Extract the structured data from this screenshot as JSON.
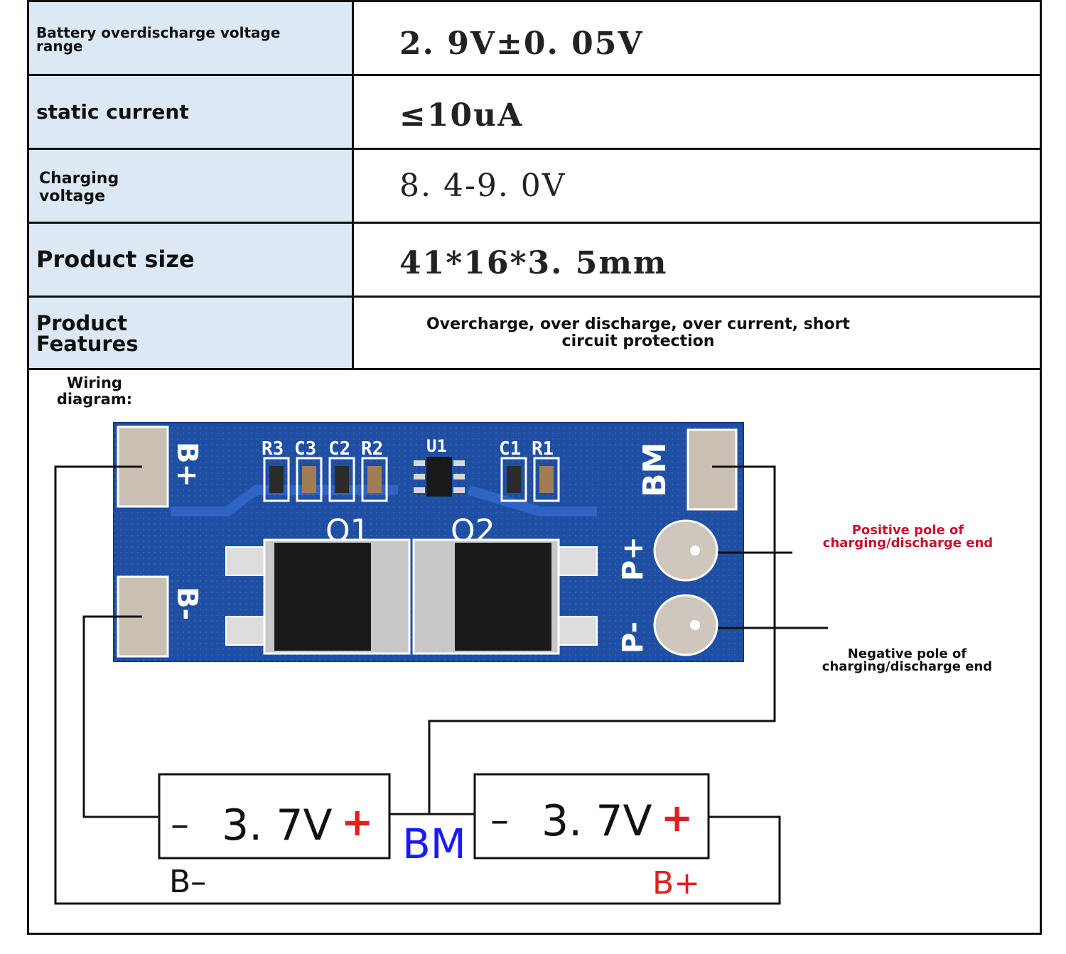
{
  "spec_table": {
    "rows": [
      {
        "label": "Battery overdischarge voltage range",
        "value": "2. 9V±0. 05V"
      },
      {
        "label": "static current",
        "value": "≤10uA"
      },
      {
        "label": "Charging voltage",
        "value": "8. 4-9. 0V"
      },
      {
        "label": "Product size",
        "value": "41*16*3. 5mm"
      },
      {
        "label": "Product Features",
        "value": "Overcharge, over discharge, over current, short circuit protection"
      }
    ]
  },
  "wiring": {
    "title": "Wiring diagram:",
    "board": {
      "pad_labels": [
        "B+",
        "B-",
        "BM",
        "P+",
        "P-"
      ],
      "component_labels": [
        "R3",
        "C3",
        "C2",
        "R2",
        "U1",
        "C1",
        "R1",
        "Q1",
        "Q2"
      ]
    },
    "callouts": {
      "positive": "Positive pole of charging/discharge end",
      "negative": "Negative pole of charging/discharge end"
    },
    "cells": [
      {
        "minus": "–",
        "voltage": "3. 7V",
        "plus": "+"
      },
      {
        "minus": "–",
        "voltage": "3. 7V",
        "plus": "+"
      }
    ],
    "bottom_labels": {
      "b_minus": "B–",
      "bm": "BM",
      "b_plus": "B+"
    }
  },
  "colors": {
    "label_bg": "#dce9f5",
    "board_blue": "#1e4fa3",
    "callout_red": "#c8102e",
    "bm_blue": "#1a1aff",
    "plus_red": "#e02020"
  }
}
